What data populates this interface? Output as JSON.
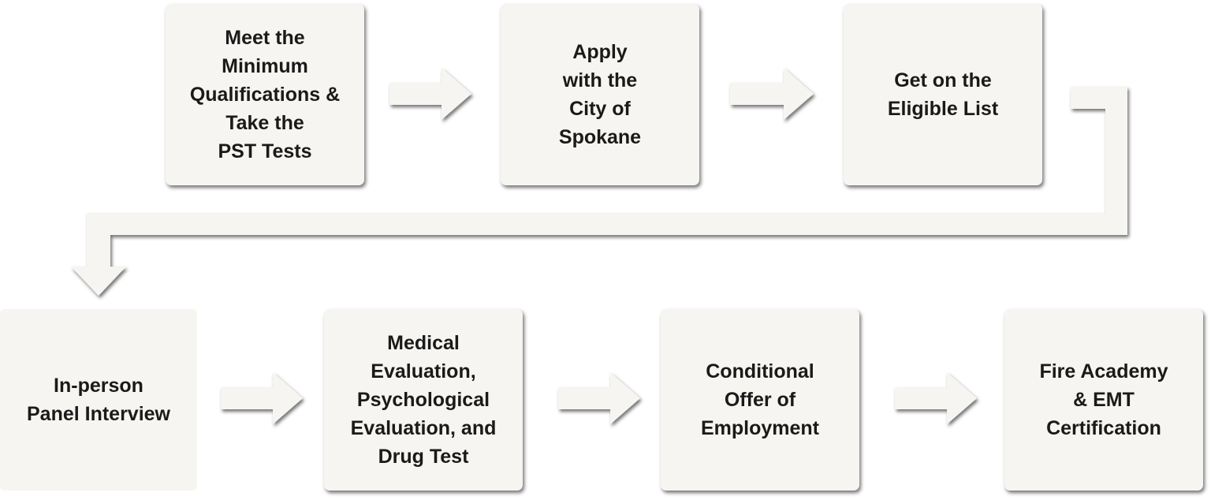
{
  "flow": {
    "steps": [
      {
        "label": "Meet the\nMinimum\nQualifications &\nTake the\nPST Tests"
      },
      {
        "label": "Apply\nwith the\nCity of\nSpokane"
      },
      {
        "label": "Get on the\nEligible List"
      },
      {
        "label": "In-person\nPanel Interview"
      },
      {
        "label": "Medical\nEvaluation,\nPsychological\nEvaluation, and\nDrug Test"
      },
      {
        "label": "Conditional\nOffer of\nEmployment"
      },
      {
        "label": "Fire Academy\n& EMT\nCertification"
      }
    ]
  },
  "colors": {
    "box_fill": "#f6f5f1",
    "arrow_fill": "#f6f5f1",
    "text": "#1a1a1a",
    "shadow": "#000000"
  }
}
